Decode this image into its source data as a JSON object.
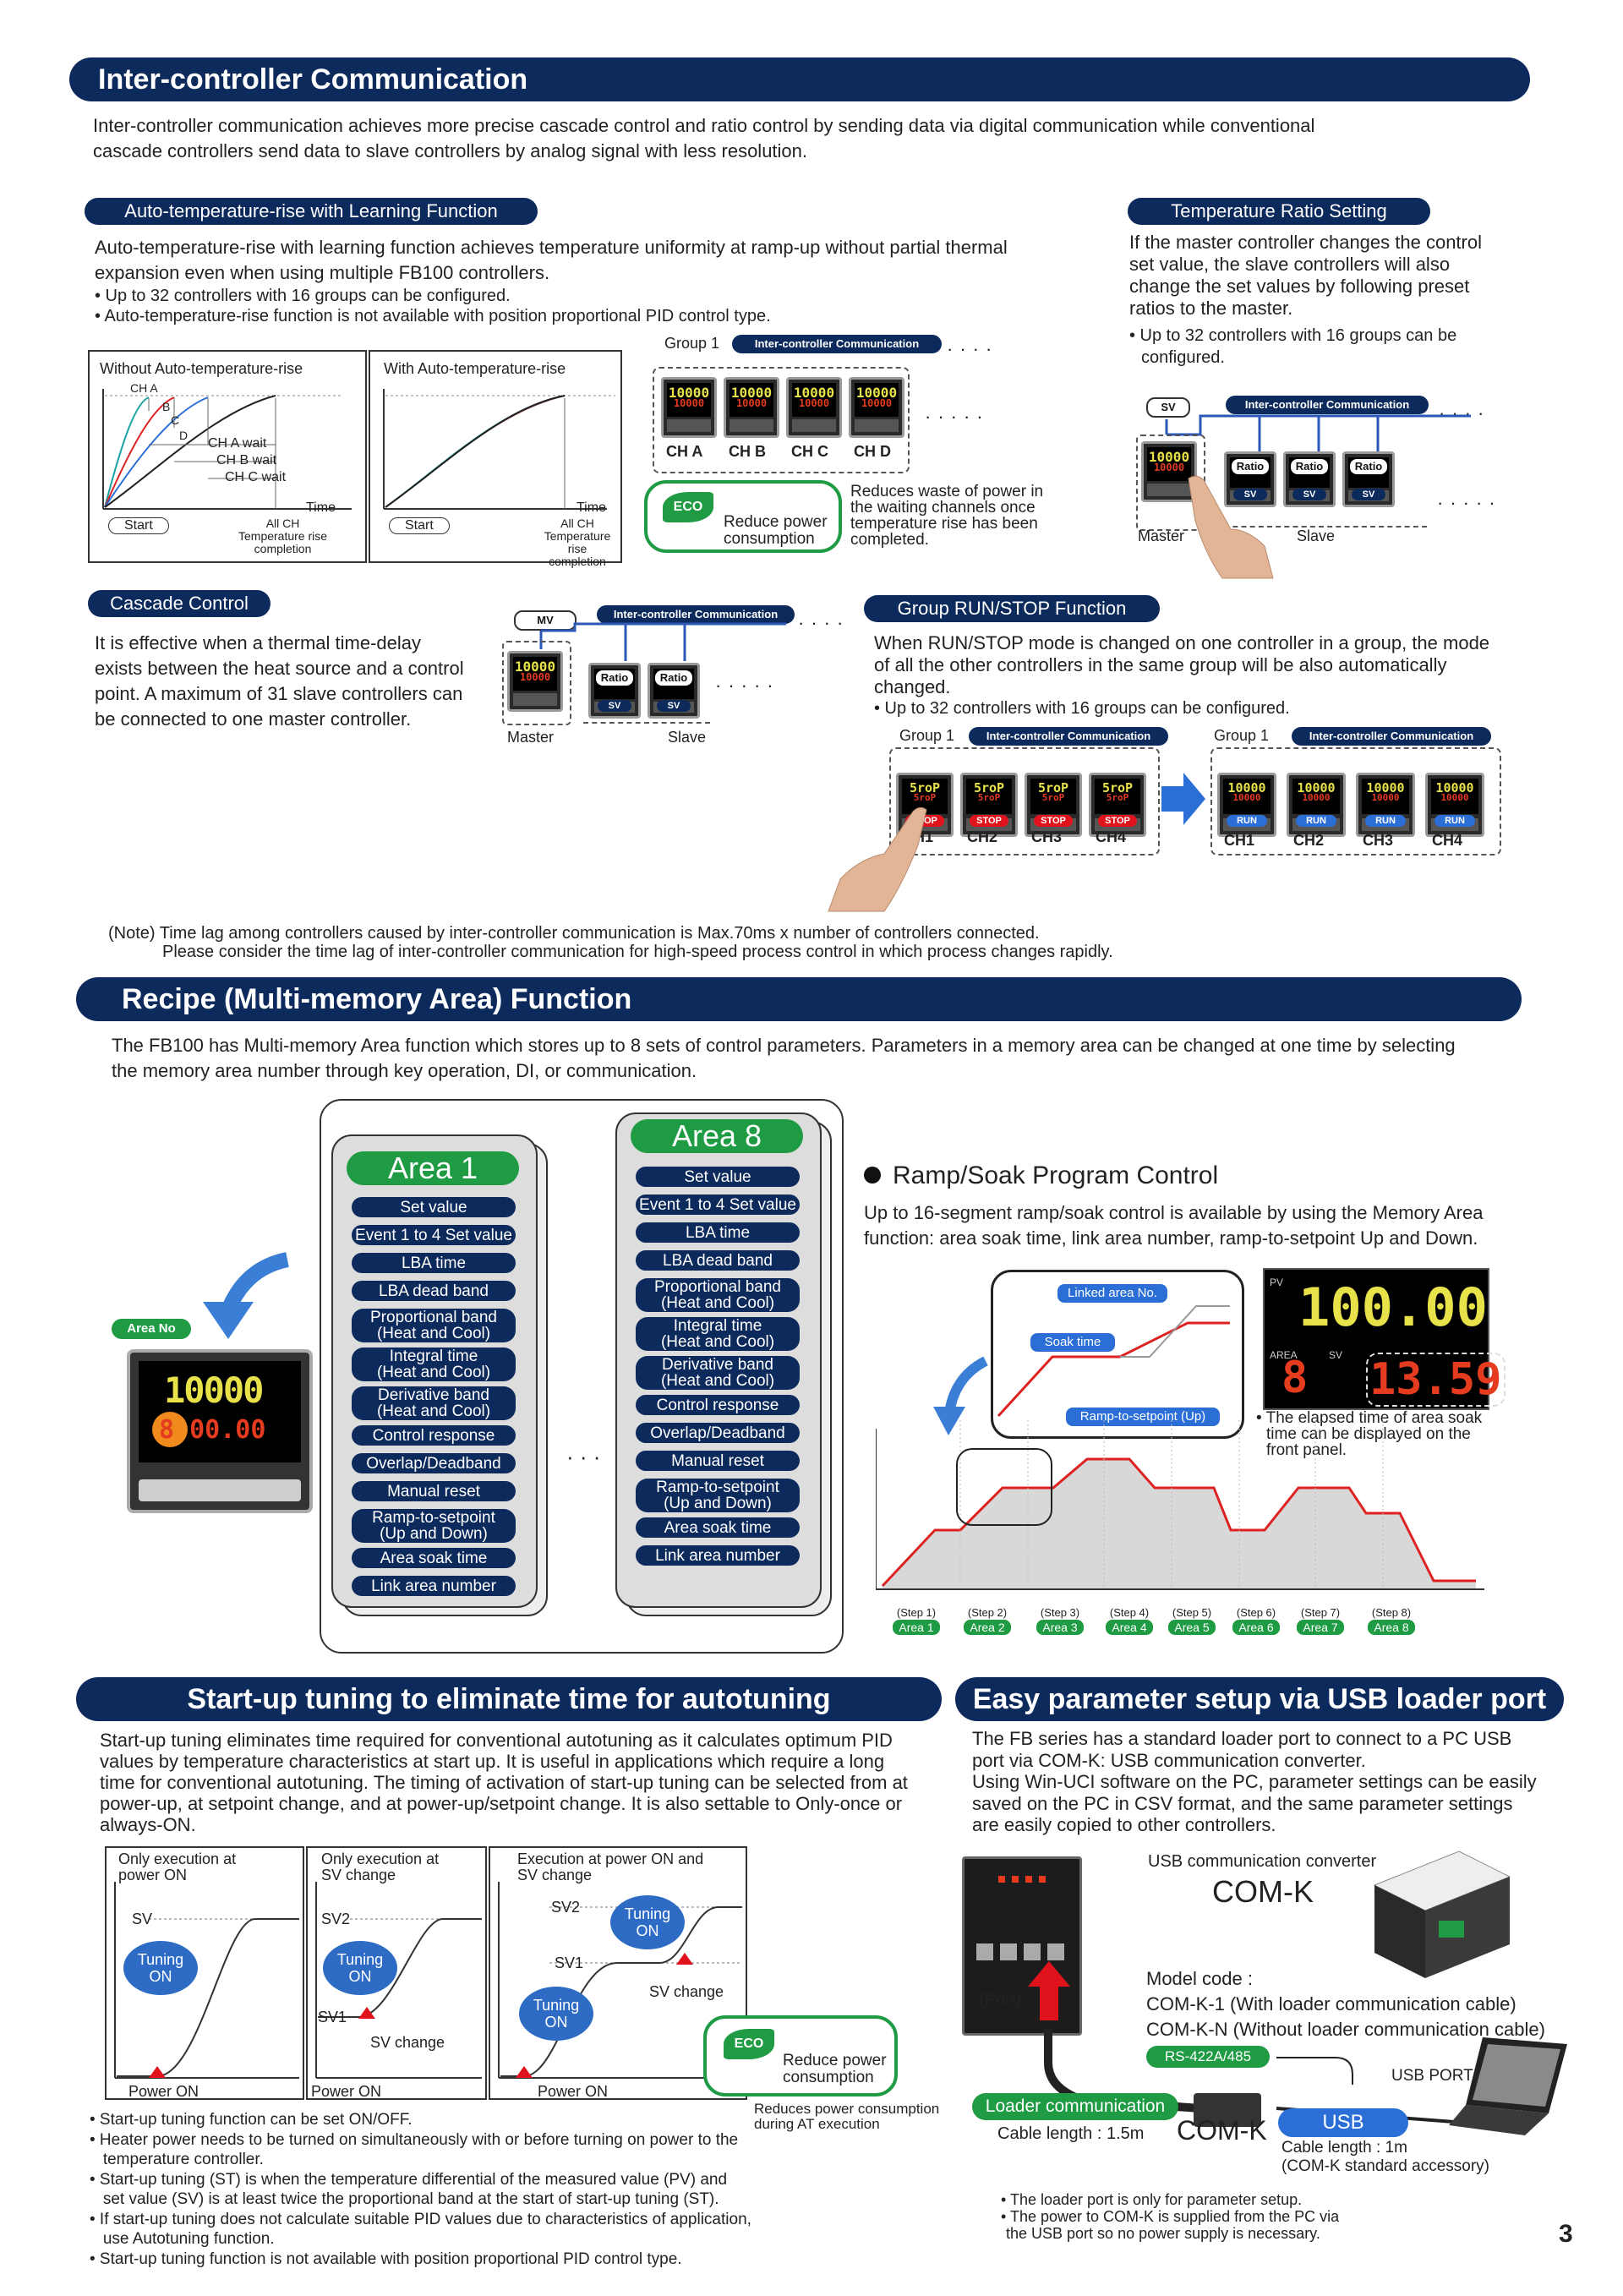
{
  "inter": {
    "title": "Inter-controller Communication",
    "intro1": "Inter-controller communication achieves more precise cascade control and ratio control by sending data via digital communication while   conventional",
    "intro2": "cascade controllers send data to slave controllers by analog signal with less resolution.",
    "auto": {
      "title": "Auto-temperature-rise with Learning Function",
      "desc1": "Auto-temperature-rise with learning function achieves temperature uniformity at ramp-up without partial thermal",
      "desc2": "expansion even when using multiple FB100 controllers.",
      "bullet1": "• Up to 32 controllers with 16 groups can be configured.",
      "bullet2": "• Auto-temperature-rise function is not available with position proportional PID control type.",
      "graph1_title": "Without Auto-temperature-rise",
      "graph2_title": "With Auto-temperature-rise",
      "ch_a": "CH A",
      "ch_b": "B",
      "ch_c": "C",
      "ch_d": "D",
      "wait_a": "CH A wait",
      "wait_b": "CH B wait",
      "wait_c": "CH C wait",
      "time": "Time",
      "start": "Start",
      "allch1": "All CH",
      "allch2": "Temperature rise",
      "allch3": "completion",
      "group": "Group 1",
      "comm": "Inter-controller Communication",
      "ch_labels": [
        "CH A",
        "CH B",
        "CH C",
        "CH D"
      ],
      "pv": "10000",
      "eco": "ECO",
      "reduce1": "Reduce power",
      "reduce2": "consumption",
      "note1": "Reduces waste of power in",
      "note2": "the waiting channels once",
      "note3": "temperature rise has been",
      "note4": "completed."
    },
    "ratio": {
      "title": "Temperature Ratio Setting",
      "desc1": "If the master controller changes the control",
      "desc2": "set value, the slave controllers will also",
      "desc3": "change the set values by following preset",
      "desc4": "ratios to the master.",
      "bullet1": "• Up to 32 controllers with 16 groups can be",
      "bullet2": "configured.",
      "sv": "SV",
      "comm": "Inter-controller Communication",
      "master": "Master",
      "slave": "Slave",
      "ratio": "Ratio",
      "pv": "10000"
    },
    "cascade": {
      "title": "Cascade Control",
      "desc1": "It is effective when a thermal time-delay",
      "desc2": "exists between the heat source and a control",
      "desc3": "point. A maximum of 31 slave controllers can",
      "desc4": "be connected to one master controller.",
      "mv": "MV",
      "comm": "Inter-controller Communication",
      "master": "Master",
      "slave": "Slave",
      "ratio": "Ratio",
      "sv": "SV",
      "pv": "10000"
    },
    "runstop": {
      "title": "Group RUN/STOP Function",
      "desc1": "When RUN/STOP mode is changed on one controller in a group, the mode",
      "desc2": "of all the other controllers in the same group will be also automatically",
      "desc3": "changed.",
      "bullet1": "• Up to 32 controllers with 16 groups can be configured.",
      "group": "Group 1",
      "comm": "Inter-controller Communication",
      "ch": [
        "CH1",
        "CH2",
        "CH3",
        "CH4"
      ],
      "stop": "STOP",
      "run": "RUN",
      "stop_disp": "5roP",
      "run_disp": "10000"
    },
    "note1": "(Note) Time lag among controllers caused by inter-controller communication is Max.70ms x number of controllers connected.",
    "note2": "Please consider the time lag of inter-controller communication for high-speed process control in which process changes rapidly."
  },
  "recipe": {
    "title": "Recipe (Multi-memory Area) Function",
    "desc1": "The FB100 has Multi-memory Area function which stores up to 8 sets of control parameters. Parameters in a memory area can be changed at one time by selecting",
    "desc2": "the memory area number through key operation, DI, or communication.",
    "area_no": "Area No",
    "pv": "10000",
    "sv": "8 00.00",
    "area1": "Area 1",
    "area8": "Area 8",
    "params1": [
      "Set value",
      "Event 1 to 4 Set value",
      "LBA time",
      "LBA dead band",
      "Proportional band\n(Heat and Cool)",
      "Integral time\n(Heat and Cool)",
      "Derivative band\n(Heat and Cool)",
      "Control response",
      "Overlap/Deadband",
      "Manual reset",
      "Ramp-to-setpoint\n(Up and Down)",
      "Area soak time",
      "Link area number"
    ],
    "params8": [
      "Set value",
      "Event 1 to 4 Set value",
      "LBA time",
      "LBA dead band",
      "Proportional band\n(Heat and Cool)",
      "Integral time\n(Heat and Cool)",
      "Derivative band\n(Heat and Cool)",
      "Control response",
      "Overlap/Deadband",
      "Manual reset",
      "Ramp-to-setpoint\n(Up and Down)",
      "Area soak time",
      "Link area number"
    ],
    "dots": "· · ·"
  },
  "ramp": {
    "title": "Ramp/Soak Program Control",
    "desc1": "Up to 16-segment ramp/soak control is available by using the Memory Area",
    "desc2": "function: area soak time, link area number, ramp-to-setpoint Up and Down.",
    "linked": "Linked area No.",
    "soak": "Soak time",
    "rts": "Ramp-to-setpoint (Up)",
    "disp_pv_label": "PV",
    "disp_pv": "100.00",
    "disp_area_label": "AREA",
    "disp_sv_label": "SV",
    "disp_area": "8",
    "disp_time": "13.59",
    "note1": "• The elapsed time of area soak",
    "note2": "time can be displayed on the",
    "note3": "front panel.",
    "steps": [
      "(Step 1)",
      "(Step 2)",
      "(Step 3)",
      "(Step 4)",
      "(Step 5)",
      "(Step 6)",
      "(Step 7)",
      "(Step 8)"
    ],
    "areas": [
      "Area 1",
      "Area 2",
      "Area 3",
      "Area 4",
      "Area 5",
      "Area 6",
      "Area 7",
      "Area 8"
    ]
  },
  "startup": {
    "title": "Start-up tuning to eliminate time for autotuning",
    "desc": [
      "Start-up tuning eliminates time required for conventional autotuning as it calculates optimum PID",
      "values by temperature characteristics at start up. It is useful in applications which require a long",
      "time for conventional autotuning. The timing of activation of start-up tuning can be selected from at",
      "power-up, at setpoint change, and at power-up/setpoint change. It is also settable to Only-once or",
      "always-ON."
    ],
    "g1_title1": "Only execution at",
    "g1_title2": "power ON",
    "g2_title1": "Only execution at",
    "g2_title2": "SV change",
    "g3_title1": "Execution at power ON and",
    "g3_title2": "SV change",
    "sv": "SV",
    "sv1": "SV1",
    "sv2": "SV2",
    "tuning1": "Tuning",
    "tuning2": "ON",
    "power_on": "Power ON",
    "sv_change": "SV change",
    "eco": "ECO",
    "reduce1": "Reduce power",
    "reduce2": "consumption",
    "reduce_note1": "Reduces power consumption",
    "reduce_note2": "during AT execution",
    "bullets": [
      "• Start-up tuning function can be set ON/OFF.",
      "• Heater power needs to be turned on simultaneously with or before turning on power to the",
      "   temperature controller.",
      "• Start-up tuning (ST) is when the temperature differential of the measured value (PV) and",
      "   set value (SV) is at least twice the proportional band at the start of start-up tuning (ST).",
      "• If start-up tuning does not calculate suitable PID values due to characteristics of application,",
      "   use Autotuning function.",
      "• Start-up tuning function is not available with position proportional PID control type."
    ]
  },
  "usb": {
    "title": "Easy parameter setup via USB loader port",
    "desc": [
      "The FB series has a standard loader port to connect to a PC USB",
      "port via COM-K: USB communication converter.",
      "Using Win-UCI software on the PC, parameter settings can be easily",
      "saved on the PC in CSV format, and the same parameter settings",
      "are easily copied to other controllers."
    ],
    "converter_label": "USB communication converter",
    "comk": "COM-K",
    "model": "Model code :",
    "model1": "COM-K-1  (With loader communication cable)",
    "model2": "COM-K-N  (Without loader communication cable)",
    "port": "(Port)",
    "rs": "RS-422A/485",
    "usb_port": "USB PORT",
    "loader": "Loader communication",
    "cable1": "Cable length : 1.5m",
    "comk2": "COM-K",
    "usb": "USB",
    "cable2": "Cable length : 1m",
    "cable3": "(COM-K standard accessory)",
    "note1": "• The loader port is only for parameter setup.",
    "note2": "• The power to COM-K is supplied from the PC via",
    "note3": "  the USB port so no power supply is necessary."
  },
  "page_number": "3"
}
